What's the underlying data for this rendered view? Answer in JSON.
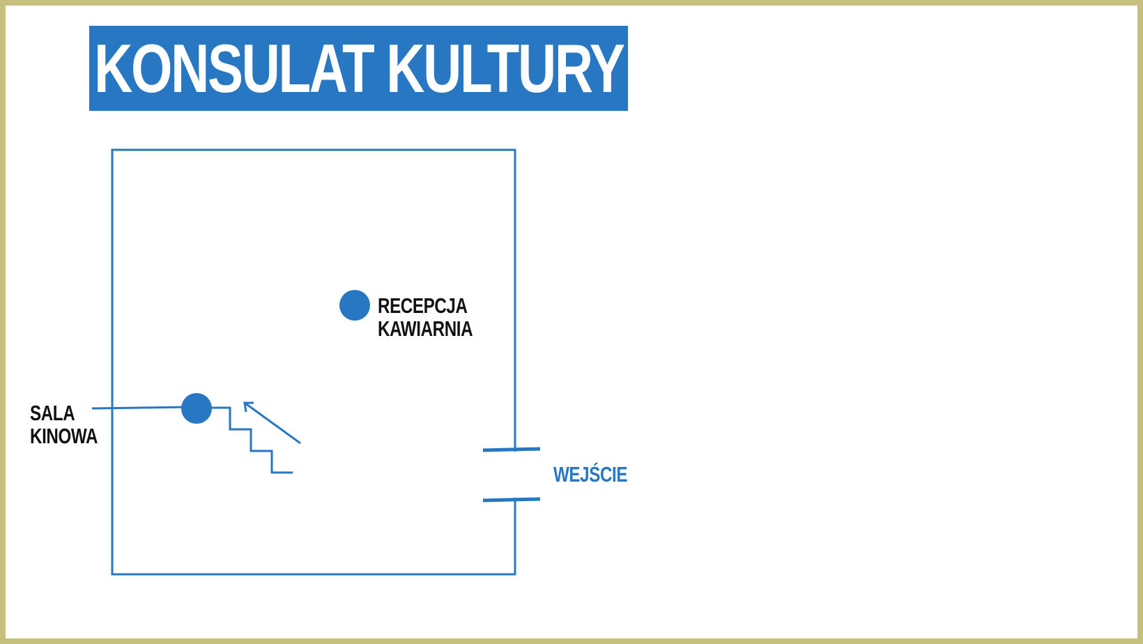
{
  "title": "KONSULAT KULTURY",
  "colors": {
    "accent": "#2777c2",
    "frame": "#c6bf7d",
    "label_dark": "#111111"
  },
  "labels": {
    "reception": [
      "RECEPCJA",
      "KAWIARNIA"
    ],
    "cinema": [
      "SALA",
      "KINOWA"
    ],
    "entrance": "WEJŚCIE"
  }
}
